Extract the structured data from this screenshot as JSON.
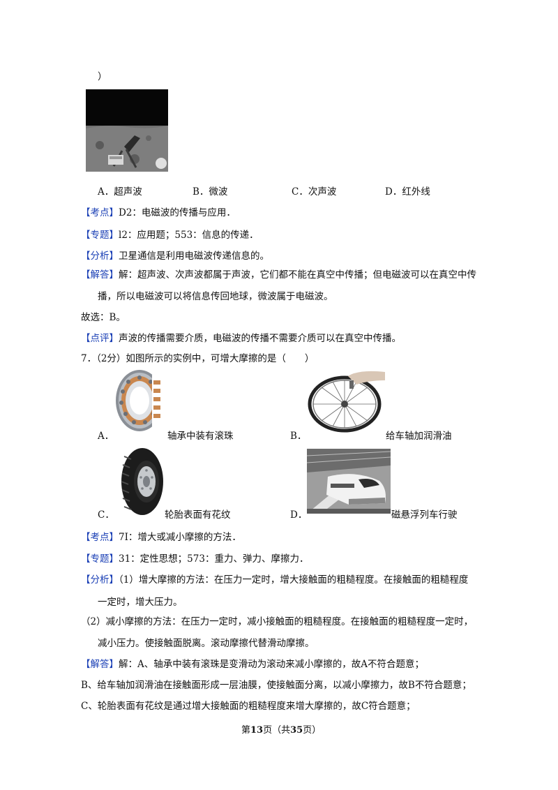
{
  "q6": {
    "paren_close": "）",
    "options": [
      "A．超声波",
      "B．微波",
      "C．次声波",
      "D．红外线"
    ],
    "kaodian_tag": "【考点】",
    "kaodian_text": "D2：电磁波的传播与应用．",
    "zhuanti_tag": "【专题】",
    "zhuanti_text": "l2：应用题；553：信息的传递．",
    "fenxi_tag": "【分析】",
    "fenxi_text": "卫星通信是利用电磁波传递信息的。",
    "jieda_tag": "【解答】",
    "jieda_line1": "解：超声波、次声波都属于声波，它们都不能在真空中传播；但电磁波可以在真空中传",
    "jieda_line2": "播，所以电磁波可以将信息传回地球，微波属于电磁波。",
    "guxuan": "故选：B。",
    "dianping_tag": "【点评】",
    "dianping_text": "声波的传播需要介质，电磁波的传播不需要介质可以在真空中传播。"
  },
  "q7": {
    "stem": "7．（2分）如图所示的实例中，可增大摩擦的是（　　）",
    "opt_a_letter": "A．",
    "opt_a_caption": "轴承中装有滚珠",
    "opt_b_letter": "B．",
    "opt_b_caption": "给车轴加润滑油",
    "opt_c_letter": "C．",
    "opt_c_caption": "轮胎表面有花纹",
    "opt_d_letter": "D．",
    "opt_d_caption": "磁悬浮列车行驶",
    "kaodian_tag": "【考点】",
    "kaodian_text": "7I：增大或减小摩擦的方法．",
    "zhuanti_tag": "【专题】",
    "zhuanti_text": "31：定性思想；573：重力、弹力、摩擦力．",
    "fenxi_tag": "【分析】",
    "fenxi_line1": "（1）增大摩擦的方法：在压力一定时，增大接触面的粗糙程度。在接触面的粗糙程度",
    "fenxi_line2": "一定时，增大压力。",
    "fenxi_line3": "（2）减小摩擦的方法：在压力一定时，减小接触面的粗糙程度。在接触面的粗糙程度一定时，",
    "fenxi_line4": "减小压力。使接触面脱离。滚动摩擦代替滑动摩擦。",
    "jieda_tag": "【解答】",
    "jieda_line1": "解：A、轴承中装有滚珠是变滑动为滚动来减小摩擦的，故A不符合题意；",
    "jieda_line2": "B、给车轴加润滑油在接触面形成一层油膜，使接触面分离，以减小摩擦力，故B不符合题意；",
    "jieda_line3": "C、轮胎表面有花纹是通过增大接触面的粗糙程度来增大摩擦的，故C符合题意；"
  },
  "footer": {
    "prefix": "第",
    "page": "13",
    "middle": "页（共",
    "total": "35",
    "suffix": "页）"
  }
}
